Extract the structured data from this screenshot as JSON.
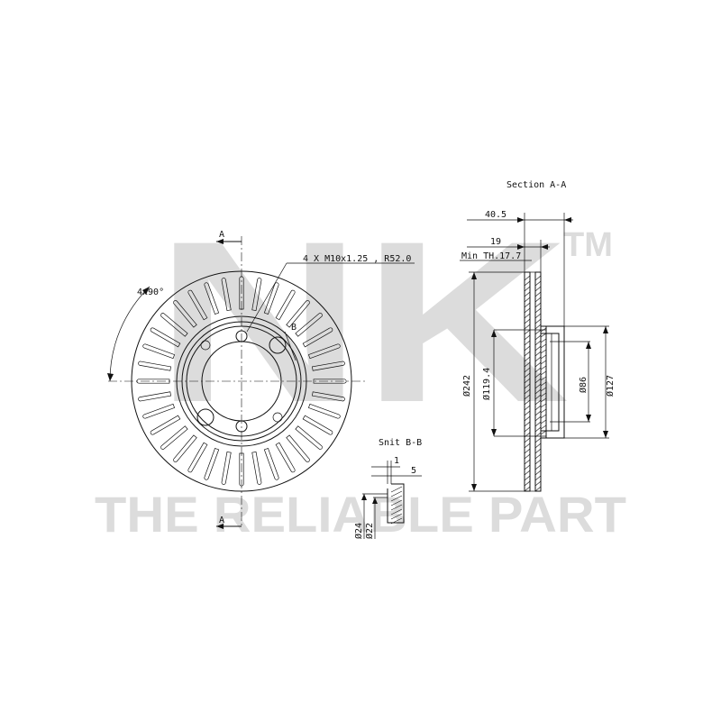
{
  "watermark": {
    "logo_text": "NK",
    "trademark": "TM",
    "tagline": "THE RELIABLE PART",
    "color": "#d9d9d9"
  },
  "front_view": {
    "section_mark_top": "A",
    "section_mark_bottom": "A",
    "angle_label": "4x90°",
    "bolt_callout": "4 X M10x1.25 , R52.0",
    "detail_mark": "B",
    "vent_count": 36
  },
  "section_aa": {
    "title": "Section A-A",
    "dim_overall": "40.5",
    "dim_thickness": "19",
    "dim_min_thickness": "Min TH.17.7",
    "dia_outer": "Ø242",
    "dia_hat": "Ø119.4",
    "dia_center": "Ø86",
    "dia_bolt": "Ø127"
  },
  "section_bb": {
    "title": "Snit B-B",
    "dim_a": "1",
    "dim_b": "5",
    "dia_a": "Ø24",
    "dia_b": "Ø22"
  }
}
